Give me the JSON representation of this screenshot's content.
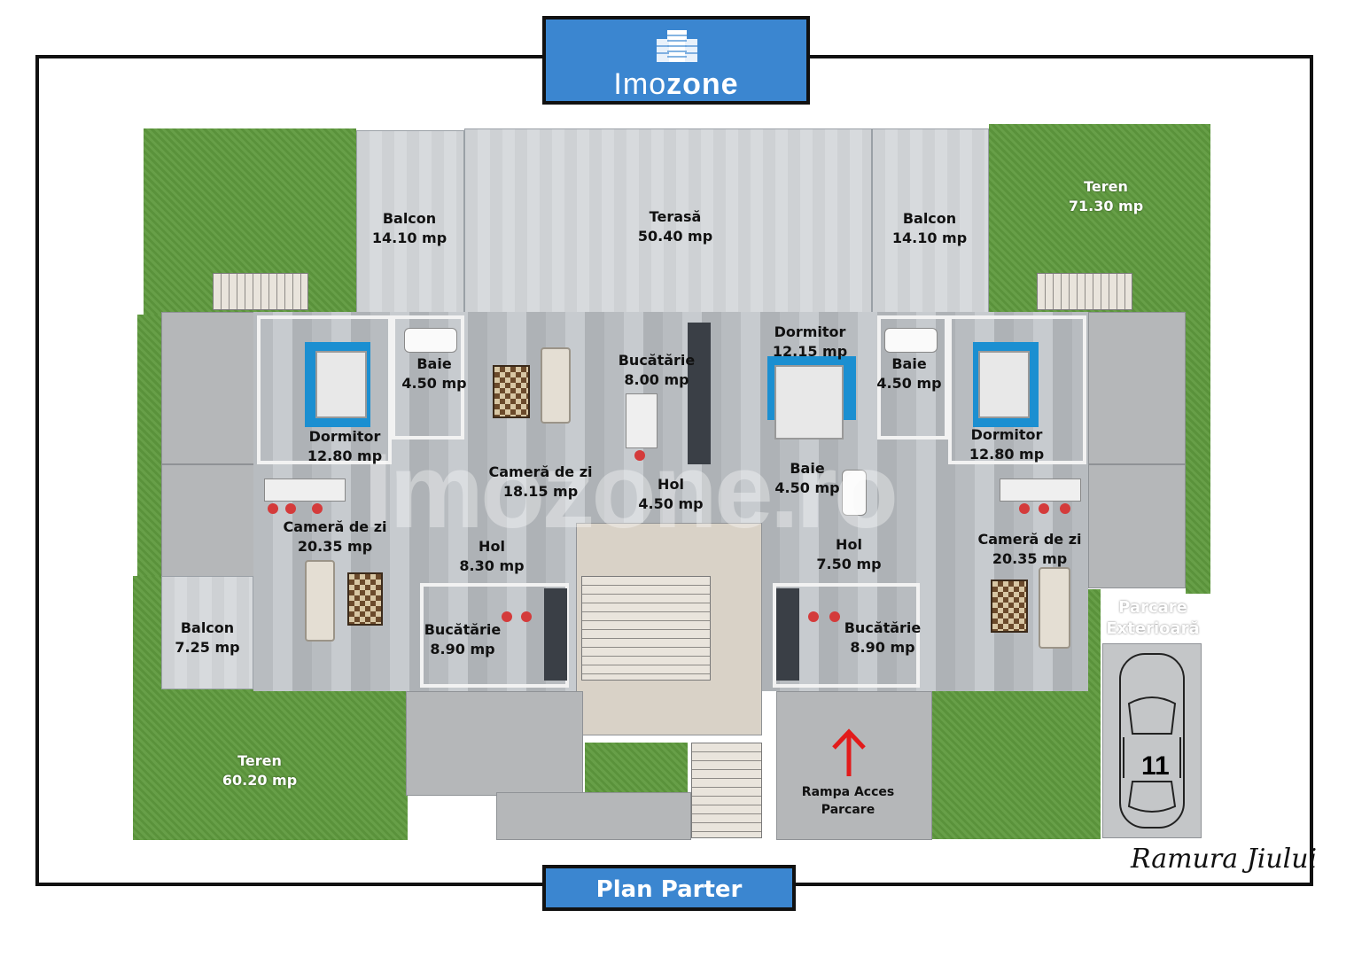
{
  "logo": {
    "brand_light": "Imo",
    "brand_bold": "zone"
  },
  "title": "Plan Parter",
  "watermark": "Imozone.ro",
  "signature": "Ramura Jiului",
  "colors": {
    "badge": "#3b86d0",
    "grass": "#5f9a3e",
    "bed_mat": "#1b8fd1",
    "chair": "#d43b3b",
    "arrow": "#e21b1b"
  },
  "rooms": {
    "balcon_left": {
      "name": "Balcon",
      "area": "14.10 mp"
    },
    "terasa": {
      "name": "Terasă",
      "area": "50.40 mp"
    },
    "balcon_right": {
      "name": "Balcon",
      "area": "14.10 mp"
    },
    "teren_top_right": {
      "name": "Teren",
      "area": "71.30 mp"
    },
    "dormitor_left": {
      "name": "Dormitor",
      "area": "12.80 mp"
    },
    "baie_left": {
      "name": "Baie",
      "area": "4.50 mp"
    },
    "bucatarie_center": {
      "name": "Bucătărie",
      "area": "8.00 mp"
    },
    "dormitor_center": {
      "name": "Dormitor",
      "area": "12.15 mp"
    },
    "baie_right": {
      "name": "Baie",
      "area": "4.50 mp"
    },
    "dormitor_right": {
      "name": "Dormitor",
      "area": "12.80 mp"
    },
    "camera_zi_center": {
      "name": "Cameră de zi",
      "area": "18.15 mp"
    },
    "hol_center": {
      "name": "Hol",
      "area": "4.50 mp"
    },
    "baie_center": {
      "name": "Baie",
      "area": "4.50 mp"
    },
    "camera_zi_left": {
      "name": "Cameră de zi",
      "area": "20.35 mp"
    },
    "hol_left": {
      "name": "Hol",
      "area": "8.30 mp"
    },
    "hol_right": {
      "name": "Hol",
      "area": "7.50 mp"
    },
    "camera_zi_right": {
      "name": "Cameră de zi",
      "area": "20.35 mp"
    },
    "balcon_small": {
      "name": "Balcon",
      "area": "7.25 mp"
    },
    "bucatarie_left": {
      "name": "Bucătărie",
      "area": "8.90 mp"
    },
    "bucatarie_right": {
      "name": "Bucătărie",
      "area": "8.90 mp"
    },
    "teren_bottom_left": {
      "name": "Teren",
      "area": "60.20 mp"
    }
  },
  "parking": {
    "title_line1": "Parcare",
    "title_line2": "Exterioară",
    "spot": "11"
  },
  "ramp": {
    "line1": "Rampa Acces",
    "line2": "Parcare"
  }
}
